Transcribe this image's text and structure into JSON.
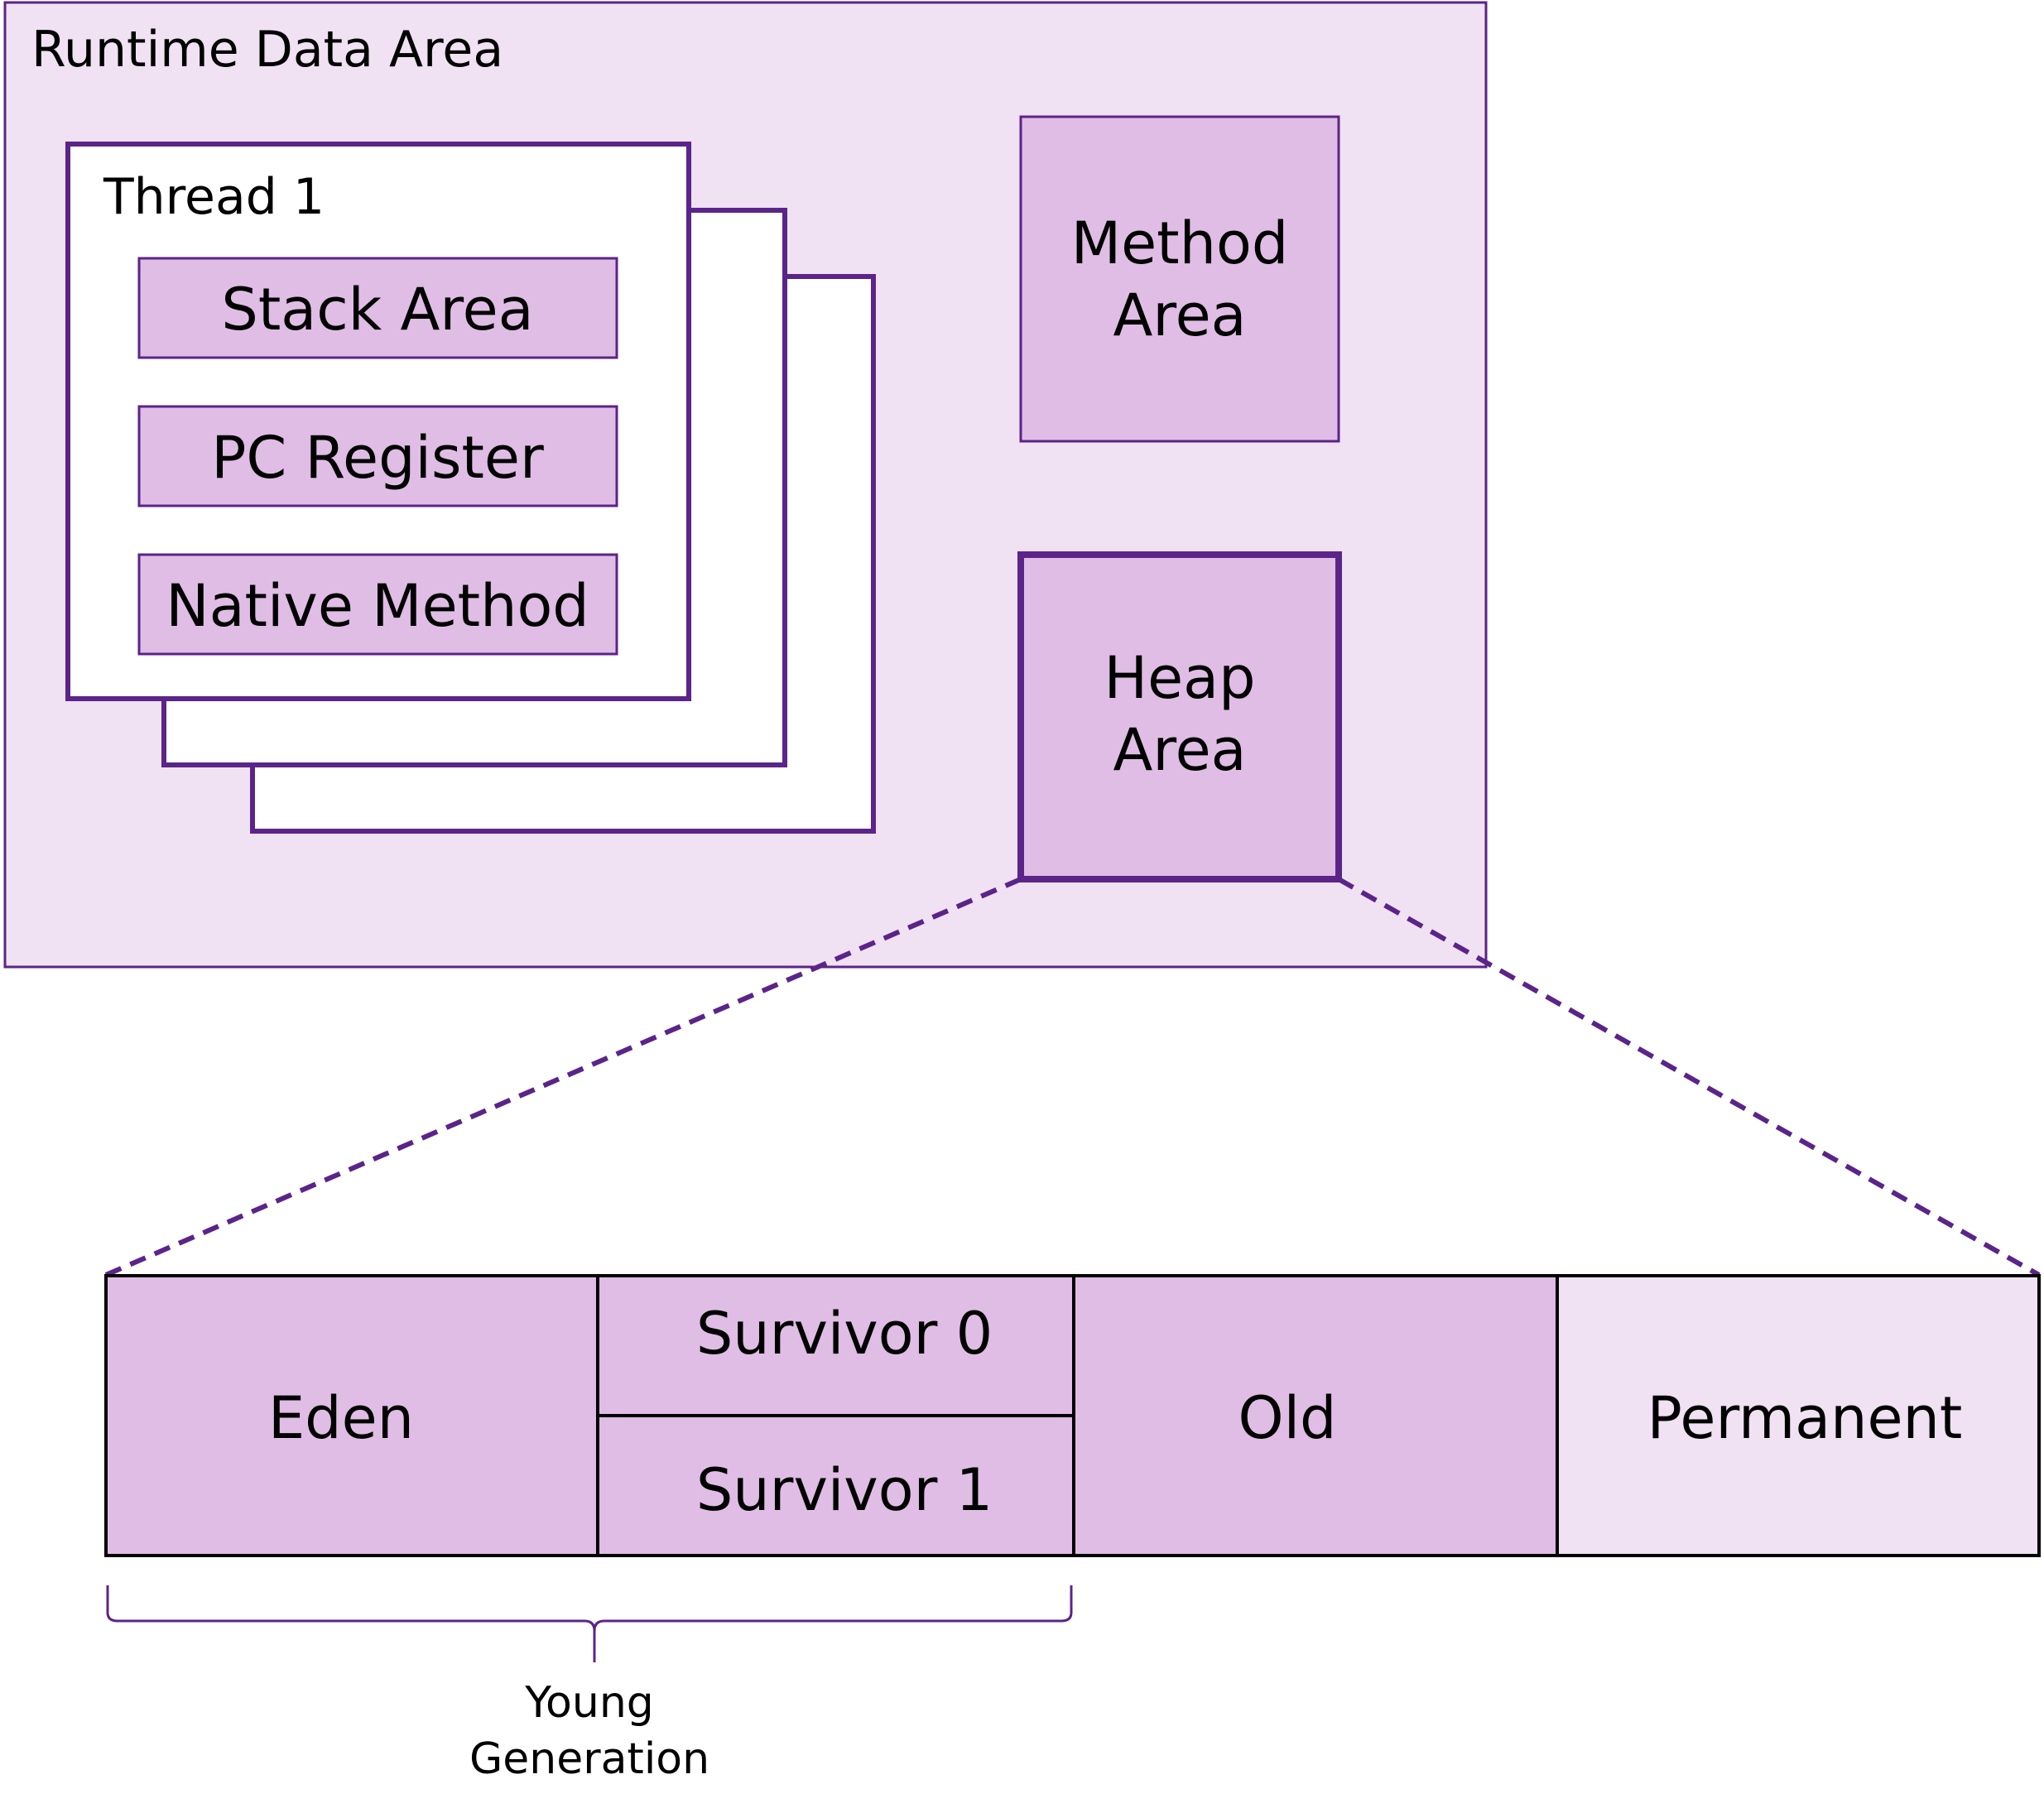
{
  "runtime_area": {
    "title": "Runtime Data Area"
  },
  "thread": {
    "title": "Thread 1",
    "items": [
      {
        "label": "Stack Area"
      },
      {
        "label": "PC Register"
      },
      {
        "label": "Native Method"
      }
    ]
  },
  "method_area": {
    "line1": "Method",
    "line2": "Area"
  },
  "heap_area": {
    "line1": "Heap",
    "line2": "Area"
  },
  "heap_layout": {
    "eden": "Eden",
    "survivor0": "Survivor 0",
    "survivor1": "Survivor 1",
    "old": "Old",
    "permanent": "Permanent"
  },
  "young_generation": {
    "line1": "Young",
    "line2": "Generation"
  },
  "colors": {
    "outer_fill": "#F0E1F3",
    "box_fill": "#E0BDE5",
    "border": "#5B2489",
    "text": "#000000"
  }
}
